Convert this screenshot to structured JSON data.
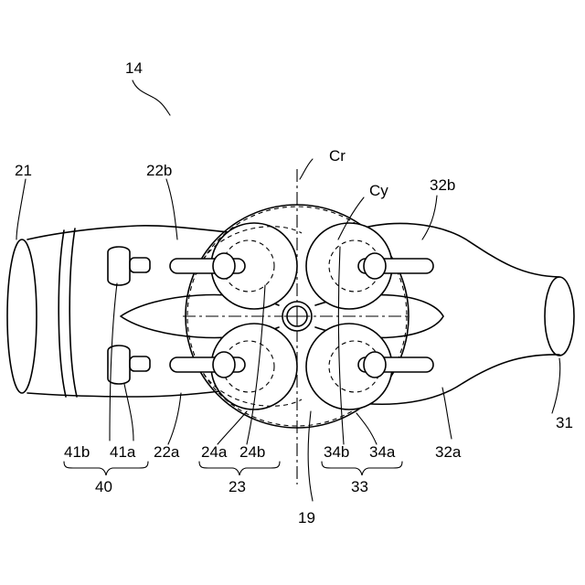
{
  "labels": {
    "fig": "14",
    "cr": "Cr",
    "cy": "Cy",
    "n21": "21",
    "n22b": "22b",
    "n32b": "32b",
    "n31": "31",
    "n32a": "32a",
    "n41b": "41b",
    "n41a": "41a",
    "n22a": "22a",
    "n24a": "24a",
    "n24b": "24b",
    "n34b": "34b",
    "n34a": "34a",
    "n40": "40",
    "n23": "23",
    "n33": "33",
    "n19": "19"
  }
}
